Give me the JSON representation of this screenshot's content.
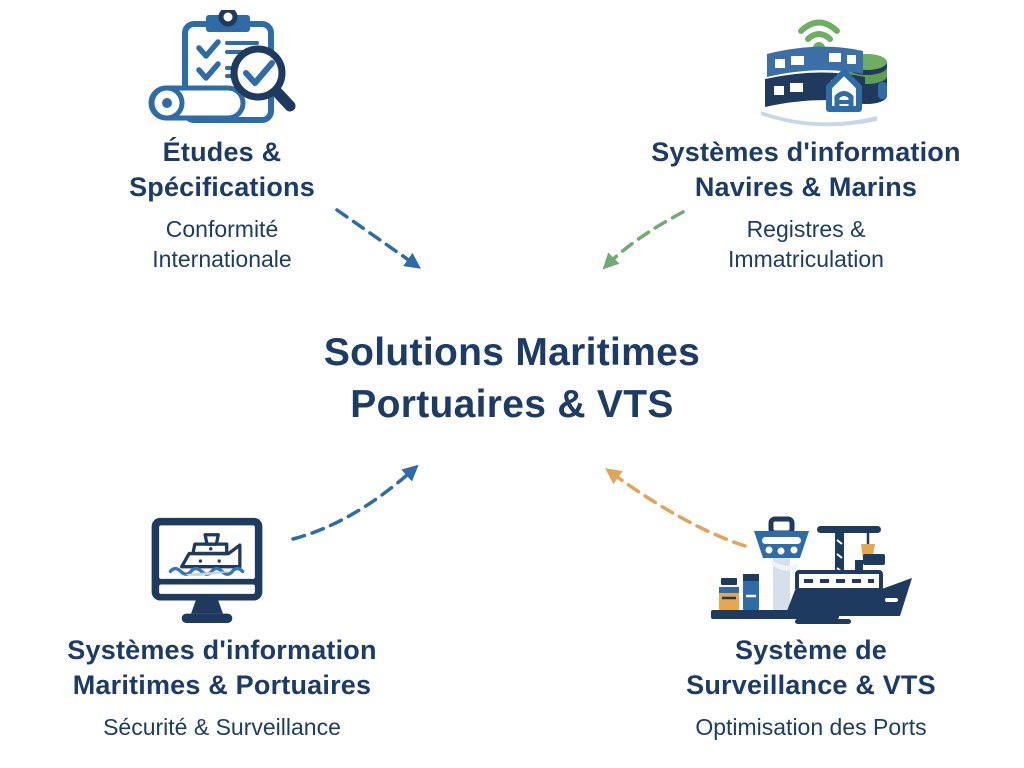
{
  "center": {
    "title_lines": [
      "Solutions Maritimes",
      "Portuaires & VTS"
    ]
  },
  "quadrants": [
    {
      "position": "top-left",
      "icon": "clipboard-audit-magnifier-icon",
      "title_lines": [
        "Études &",
        "Spécifications"
      ],
      "subtitle_lines": [
        "Conformité",
        "Internationale"
      ]
    },
    {
      "position": "top-right",
      "icon": "registry-building-database-icon",
      "title_lines": [
        "Systèmes d'information",
        "Navires & Marins"
      ],
      "subtitle_lines": [
        "Registres &",
        "Immatriculation"
      ]
    },
    {
      "position": "bottom-left",
      "icon": "monitor-ship-icon",
      "title_lines": [
        "Systèmes d'information",
        "Maritimes & Portuaires"
      ],
      "subtitle_lines": [
        "Sécurité & Surveillance"
      ]
    },
    {
      "position": "bottom-right",
      "icon": "port-vts-tower-ship-icon",
      "title_lines": [
        "Système de",
        "Surveillance & VTS"
      ],
      "subtitle_lines": [
        "Optimisation des Ports"
      ]
    }
  ],
  "arrows": [
    {
      "name": "arrow-top-left-to-center",
      "color": "#2e6ba8"
    },
    {
      "name": "arrow-top-right-to-center",
      "color": "#74a877"
    },
    {
      "name": "arrow-bottom-left-to-center",
      "color": "#2e6ba8"
    },
    {
      "name": "arrow-bottom-right-to-center",
      "color": "#e0a45c"
    }
  ],
  "palette": {
    "background": "#ffffff",
    "heading_navy": "#1c3b66",
    "body_navy": "#1e3d63",
    "icon_blue": "#2e6ca8",
    "icon_navy": "#1e3a5f",
    "icon_green": "#6fae62",
    "icon_orange": "#e8a64e",
    "icon_light": "#d6e0ea",
    "wave_blue": "#3577b5"
  }
}
